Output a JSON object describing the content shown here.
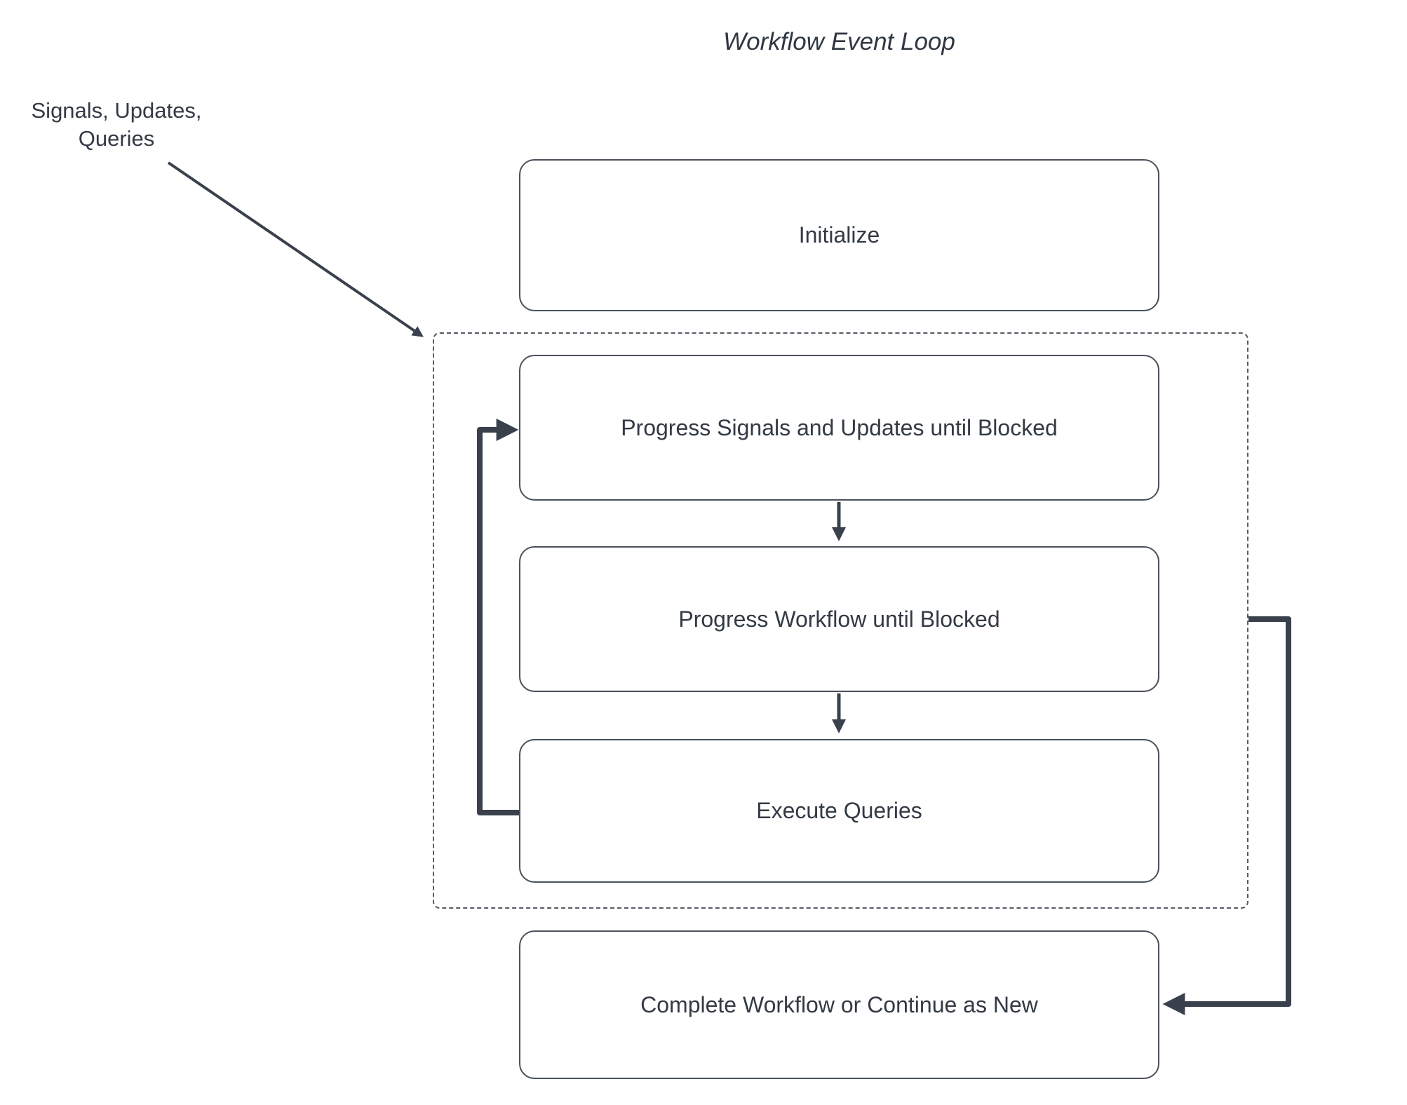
{
  "title": "Workflow Event Loop",
  "annotation": {
    "label": "Signals, Updates,\nQueries"
  },
  "nodes": {
    "initialize": {
      "label": "Initialize"
    },
    "progress_signals": {
      "label": "Progress Signals and Updates until Blocked"
    },
    "progress_workflow": {
      "label": "Progress Workflow until Blocked"
    },
    "execute_queries": {
      "label": "Execute Queries"
    },
    "complete": {
      "label": "Complete Workflow or Continue as New"
    }
  },
  "colors": {
    "arrow": "#3a414c",
    "box_border": "#4a515b",
    "dashed_border": "#565d66",
    "text": "#333a44",
    "background": "#ffffff"
  }
}
